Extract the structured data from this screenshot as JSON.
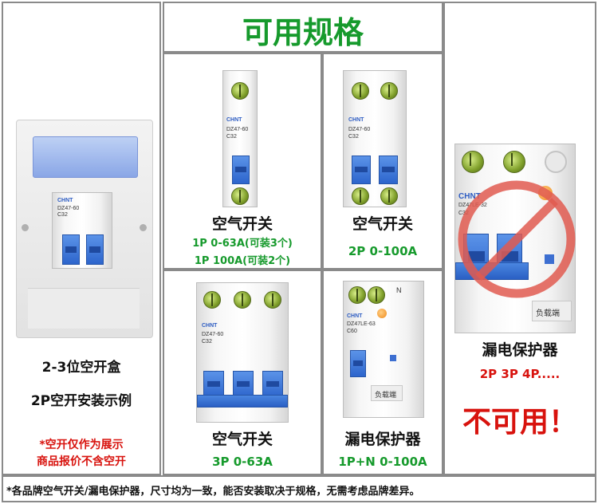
{
  "header": {
    "title": "可用规格"
  },
  "box_panel": {
    "brand": "CHNT",
    "model": "DZ47-60",
    "rating": "C32",
    "caption_line1": "2-3位空开盒",
    "caption_line2": "2P空开安装示例",
    "note_line1": "*空开仅作为展示",
    "note_line2": "商品报价不含空开"
  },
  "cells": {
    "p1": {
      "brand": "CHNT",
      "model": "DZ47-60",
      "rating": "C32",
      "title": "空气开关",
      "spec1": "1P 0-63A(可装3个)",
      "spec2": "1P 100A(可装2个)"
    },
    "p2": {
      "brand": "CHNT",
      "model": "DZ47-60",
      "rating": "C32",
      "title": "空气开关",
      "spec": "2P 0-100A"
    },
    "p3": {
      "brand": "CHNT",
      "model": "DZ47-60",
      "rating": "C32",
      "title": "空气开关",
      "spec": "3P 0-63A"
    },
    "p4": {
      "brand": "CHNT",
      "model": "DZ47LE-63",
      "rating": "C60",
      "terminal_n": "N",
      "load_label": "负载端",
      "title": "漏电保护器",
      "spec": "1P+N 0-100A"
    }
  },
  "right_panel": {
    "brand": "CHNT",
    "model": "DZ47LE-32",
    "rating": "C32",
    "load_label": "负载端",
    "title": "漏电保护器",
    "spec": "2P 3P 4P.....",
    "warning": "不可用！",
    "colors": {
      "prohibit": "#e05a50"
    }
  },
  "footer": {
    "note": "*各品牌空气开关/漏电保护器，尺寸均为一致，能否安装取决于规格，无需考虑品牌差异。"
  },
  "colors": {
    "green": "#169a2c",
    "red": "#d8120d",
    "border": "#8a8a8a",
    "blue": "#2d65cc"
  }
}
